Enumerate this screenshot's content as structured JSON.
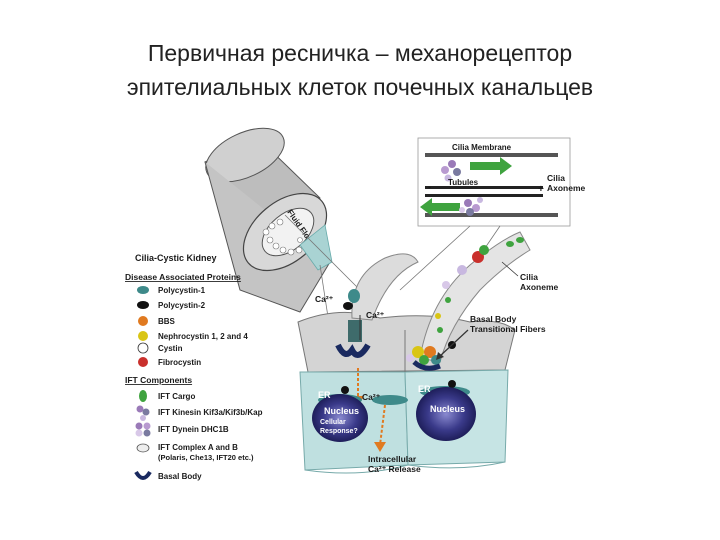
{
  "title": {
    "line1": "Первичная ресничка – механорецептор",
    "line2": "эпителиальных клеток почечных канальцев"
  },
  "inset": {
    "cilia_membrane": "Cilia Membrane",
    "tubules": "Tubules",
    "minus": "-",
    "plus": "+",
    "cilia_axoneme": "Cilia\nAxoneme",
    "cilia_axoneme_l1": "Cilia",
    "cilia_axoneme_l2": "Axoneme"
  },
  "tube": {
    "fluid_flow": "Fluid Flow"
  },
  "legend": {
    "header1": "Cilia-Cystic Kidney",
    "header2": "Disease Associated Proteins",
    "items": [
      {
        "label": "Polycystin-1",
        "color": "#3e8a8a"
      },
      {
        "label": "Polycystin-2",
        "color": "#111111"
      },
      {
        "label": "BBS",
        "color": "#e07a20"
      },
      {
        "label": "Nephrocystin 1, 2 and 4",
        "color": "#d9c515"
      },
      {
        "label": "Cystin",
        "color": "#ffffff"
      },
      {
        "label": "Fibrocystin",
        "color": "#c9302c"
      }
    ],
    "ift_header": "IFT Components",
    "ift_items": [
      {
        "label": "IFT Cargo"
      },
      {
        "label": "IFT Kinesin Kif3a/Kif3b/Kap"
      },
      {
        "label": "IFT Dynein DHC1B"
      },
      {
        "label": "IFT Complex A and B"
      },
      {
        "label": "(Polaris, Che13, IFT20 etc.)"
      },
      {
        "label": "Basal Body"
      }
    ]
  },
  "cell": {
    "ca_top": "Ca²⁺",
    "ca_mid": "Ca²⁺",
    "ca_er": "Ca²⁺",
    "cilia_axoneme_l1": "Cilia",
    "cilia_axoneme_l2": "Axoneme",
    "basal_body_l1": "Basal Body",
    "basal_body_l2": "Transitional Fibers",
    "er_left": "ER",
    "er_right": "ER",
    "nucleus_left": "Nucleus",
    "nucleus_right": "Nucleus",
    "cellular_response_l1": "Cellular",
    "cellular_response_l2": "Response?",
    "intracellular_l1": "Intracellular",
    "intracellular_l2": "Ca²⁺ Release"
  },
  "colors": {
    "cell_teal": "#bfe0e0",
    "cell_gray": "#d3d3d3",
    "nucleus": "#3a3a8a",
    "tube_gray": "#c8c8c8"
  }
}
